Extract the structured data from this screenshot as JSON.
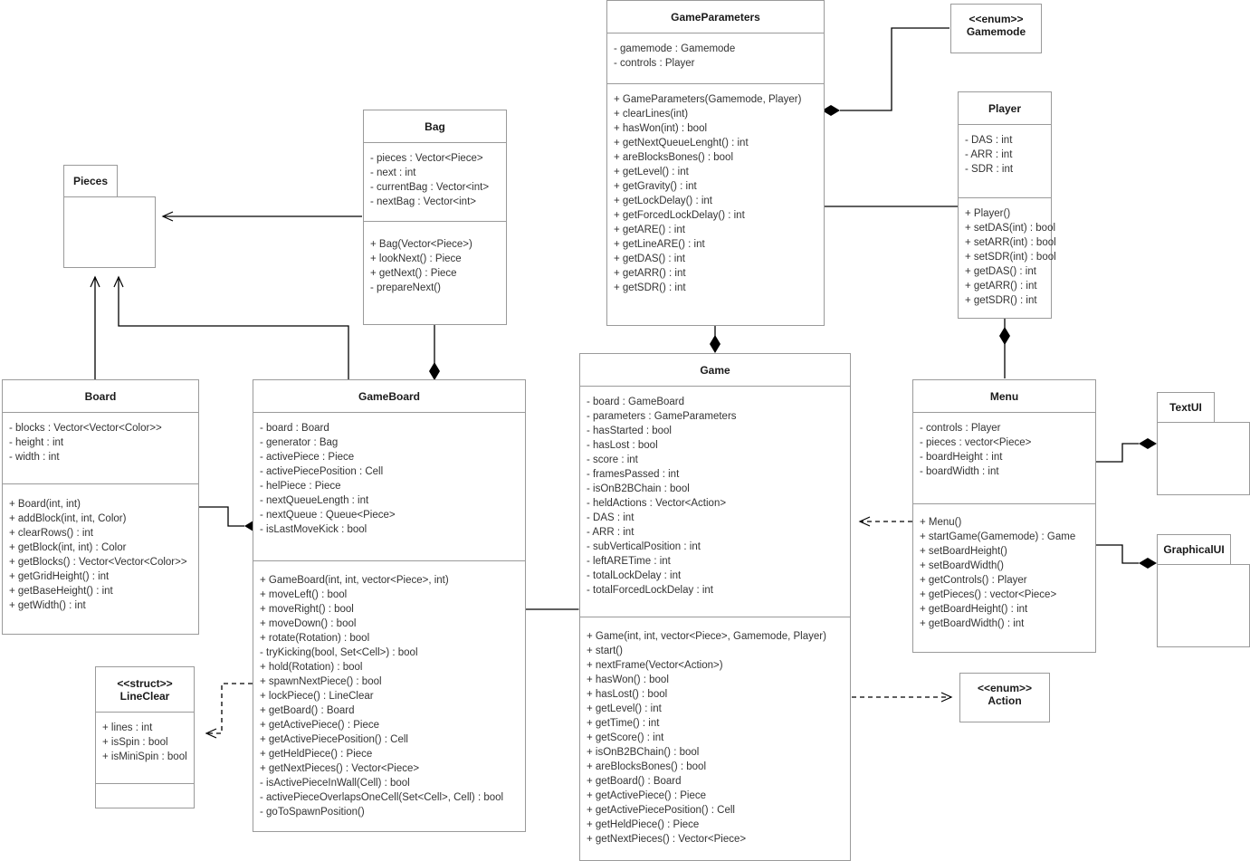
{
  "diagram": {
    "type": "uml-class-diagram",
    "classes": [
      {
        "id": "gameparameters",
        "name": "GameParameters",
        "attributes": [
          "- gamemode : Gamemode",
          "- controls : Player"
        ],
        "methods": [
          "+ GameParameters(Gamemode, Player)",
          "+ clearLines(int)",
          "+ hasWon(int) : bool",
          "+ getNextQueueLenght() : int",
          "+ areBlocksBones() : bool",
          "+ getLevel() : int",
          "+ getGravity() : int",
          "+ getLockDelay() : int",
          "+ getForcedLockDelay() : int",
          "+ getARE() : int",
          "+ getLineARE() : int",
          "+ getDAS() : int",
          "+ getARR() : int",
          "+ getSDR() : int"
        ]
      },
      {
        "id": "gamemode",
        "name": "<<enum>>\nGamemode",
        "attributes": [],
        "methods": []
      },
      {
        "id": "player",
        "name": "Player",
        "attributes": [
          "- DAS : int",
          "- ARR : int",
          "- SDR : int"
        ],
        "methods": [
          "+ Player()",
          "+ setDAS(int) : bool",
          "+ setARR(int) : bool",
          "+ setSDR(int) : bool",
          "+ getDAS() : int",
          "+ getARR() : int",
          "+ getSDR() : int"
        ]
      },
      {
        "id": "bag",
        "name": "Bag",
        "attributes": [
          "- pieces : Vector<Piece>",
          "- next : int",
          "- currentBag : Vector<int>",
          "- nextBag : Vector<int>"
        ],
        "methods": [
          "+ Bag(Vector<Piece>)",
          "+ lookNext() : Piece",
          "+ getNext() : Piece",
          "- prepareNext()"
        ]
      },
      {
        "id": "pieces",
        "name": "Pieces",
        "attributes": [],
        "methods": []
      },
      {
        "id": "board",
        "name": "Board",
        "attributes": [
          "- blocks : Vector<Vector<Color>>",
          "- height : int",
          "- width : int"
        ],
        "methods": [
          "+ Board(int, int)",
          "+ addBlock(int, int, Color)",
          "+ clearRows() : int",
          "+ getBlock(int, int) : Color",
          "+ getBlocks() : Vector<Vector<Color>>",
          "+ getGridHeight() : int",
          "+ getBaseHeight() : int",
          "+ getWidth() : int"
        ]
      },
      {
        "id": "gameboard",
        "name": "GameBoard",
        "attributes": [
          "- board : Board",
          "- generator : Bag",
          "- activePiece : Piece",
          "- activePiecePosition : Cell",
          "- helPiece : Piece",
          "- nextQueueLength : int",
          "- nextQueue : Queue<Piece>",
          "- isLastMoveKick : bool"
        ],
        "methods": [
          "+ GameBoard(int, int, vector<Piece>, int)",
          "+ moveLeft() : bool",
          "+ moveRight() : bool",
          "+ moveDown() : bool",
          "+ rotate(Rotation) : bool",
          "- tryKicking(bool, Set<Cell>) : bool",
          "+ hold(Rotation) : bool",
          "+ spawnNextPiece() : bool",
          "+ lockPiece() : LineClear",
          "+ getBoard() : Board",
          "+ getActivePiece() : Piece",
          "+ getActivePiecePosition() : Cell",
          "+ getHeldPiece() : Piece",
          "+ getNextPieces() : Vector<Piece>",
          "- isActivePieceInWall(Cell) : bool",
          "- activePieceOverlapsOneCell(Set<Cell>, Cell) : bool",
          "- goToSpawnPosition()"
        ]
      },
      {
        "id": "game",
        "name": "Game",
        "attributes": [
          "- board : GameBoard",
          "- parameters : GameParameters",
          "- hasStarted : bool",
          "- hasLost : bool",
          "- score : int",
          "- framesPassed : int",
          "- isOnB2BChain : bool",
          "- heldActions : Vector<Action>",
          "- DAS : int",
          "- ARR : int",
          "- subVerticalPosition : int",
          "- leftARETime : int",
          "- totalLockDelay : int",
          "- totalForcedLockDelay : int"
        ],
        "methods": [
          "+ Game(int, int, vector<Piece>, Gamemode, Player)",
          "+ start()",
          "+ nextFrame(Vector<Action>)",
          "+ hasWon() : bool",
          "+ hasLost() : bool",
          "+ getLevel() : int",
          "+ getTime() : int",
          "+ getScore() : int",
          "+ isOnB2BChain() : bool",
          "+ areBlocksBones() : bool",
          "+ getBoard() : Board",
          "+ getActivePiece() : Piece",
          "+ getActivePiecePosition() : Cell",
          "+ getHeldPiece() : Piece",
          "+ getNextPieces() : Vector<Piece>"
        ]
      },
      {
        "id": "menu",
        "name": "Menu",
        "attributes": [
          "- controls : Player",
          "- pieces : vector<Piece>",
          "- boardHeight : int",
          "- boardWidth : int"
        ],
        "methods": [
          "+ Menu()",
          "+ startGame(Gamemode) : Game",
          "+ setBoardHeight()",
          "+ setBoardWidth()",
          "+ getControls() : Player",
          "+ getPieces() : vector<Piece>",
          "+ getBoardHeight() : int",
          "+ getBoardWidth() : int"
        ]
      },
      {
        "id": "lineclear",
        "name": "<<struct>>\nLineClear",
        "attributes": [
          "+ lines : int",
          "+ isSpin : bool",
          "+ isMiniSpin : bool"
        ],
        "methods": []
      },
      {
        "id": "textui",
        "name": "TextUI",
        "attributes": [],
        "methods": []
      },
      {
        "id": "graphicalui",
        "name": "GraphicalUI",
        "attributes": [],
        "methods": []
      },
      {
        "id": "action",
        "name": "<<enum>>\nAction",
        "attributes": [],
        "methods": []
      }
    ],
    "relations": [
      {
        "from": "gameparameters",
        "to": "gamemode",
        "kind": "composition"
      },
      {
        "from": "gameparameters",
        "to": "player",
        "kind": "composition"
      },
      {
        "from": "game",
        "to": "gameparameters",
        "kind": "composition"
      },
      {
        "from": "game",
        "to": "gameboard",
        "kind": "composition"
      },
      {
        "from": "gameboard",
        "to": "bag",
        "kind": "composition"
      },
      {
        "from": "gameboard",
        "to": "board",
        "kind": "composition"
      },
      {
        "from": "bag",
        "to": "pieces",
        "kind": "association"
      },
      {
        "from": "board",
        "to": "pieces",
        "kind": "association"
      },
      {
        "from": "gameboard",
        "to": "pieces",
        "kind": "association"
      },
      {
        "from": "gameboard",
        "to": "lineclear",
        "kind": "dependency"
      },
      {
        "from": "menu",
        "to": "game",
        "kind": "dependency"
      },
      {
        "from": "menu",
        "to": "player",
        "kind": "composition"
      },
      {
        "from": "menu",
        "to": "textui",
        "kind": "composition"
      },
      {
        "from": "menu",
        "to": "graphicalui",
        "kind": "composition"
      },
      {
        "from": "game",
        "to": "action",
        "kind": "dependency"
      }
    ],
    "colors": {
      "border": "#9a9a9a",
      "text": "#333333",
      "title": "#1a1a1a",
      "line": "#000000",
      "background": "#ffffff"
    }
  }
}
